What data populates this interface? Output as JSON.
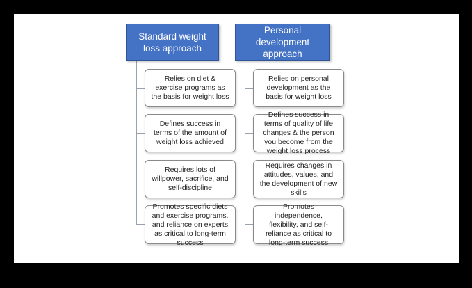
{
  "columns": [
    {
      "header": "Standard weight loss approach",
      "items": [
        "Relies on diet & exercise programs as the basis for weight loss",
        "Defines success in terms of the amount of weight loss achieved",
        "Requires lots of willpower, sacrifice, and self-discipline",
        "Promotes specific diets and exercise programs, and reliance on experts as critical to long-term success"
      ]
    },
    {
      "header": "Personal development approach",
      "items": [
        "Relies on personal development as the basis for weight loss",
        "Defines success in terms of quality of life changes & the person you become from the weight loss process",
        "Requires changes in attitudes, values, and the development of new skills",
        "Promotes independence, flexibility, and self-reliance as critical to long-term success"
      ]
    }
  ],
  "colors": {
    "header_fill": "#4472c4",
    "header_text": "#ffffff",
    "box_border": "#8a8a8a",
    "connector": "#9aa3ad"
  }
}
